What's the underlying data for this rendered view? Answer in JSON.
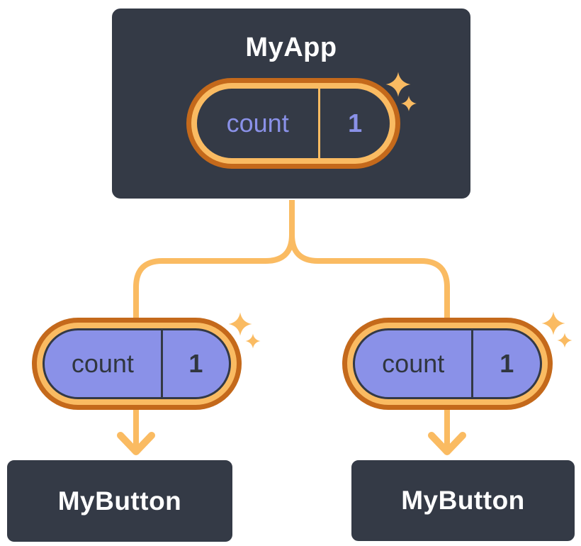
{
  "colors": {
    "background": "#FFFFFF",
    "node_fill": "#343A46",
    "node_border": "#FFFFFF",
    "node_text": "#FFFFFF",
    "ring_outer": "#C4691B",
    "ring_inner": "#FABB62",
    "connector": "#FABB62",
    "state_purple": "#8A91E8",
    "state_dark": "#30363F",
    "state_outline": "#333945"
  },
  "diagram": {
    "root": {
      "title": "MyApp",
      "state": {
        "label": "count",
        "value": "1"
      }
    },
    "children": [
      {
        "title": "MyButton",
        "state": {
          "label": "count",
          "value": "1"
        }
      },
      {
        "title": "MyButton",
        "state": {
          "label": "count",
          "value": "1"
        }
      }
    ]
  }
}
